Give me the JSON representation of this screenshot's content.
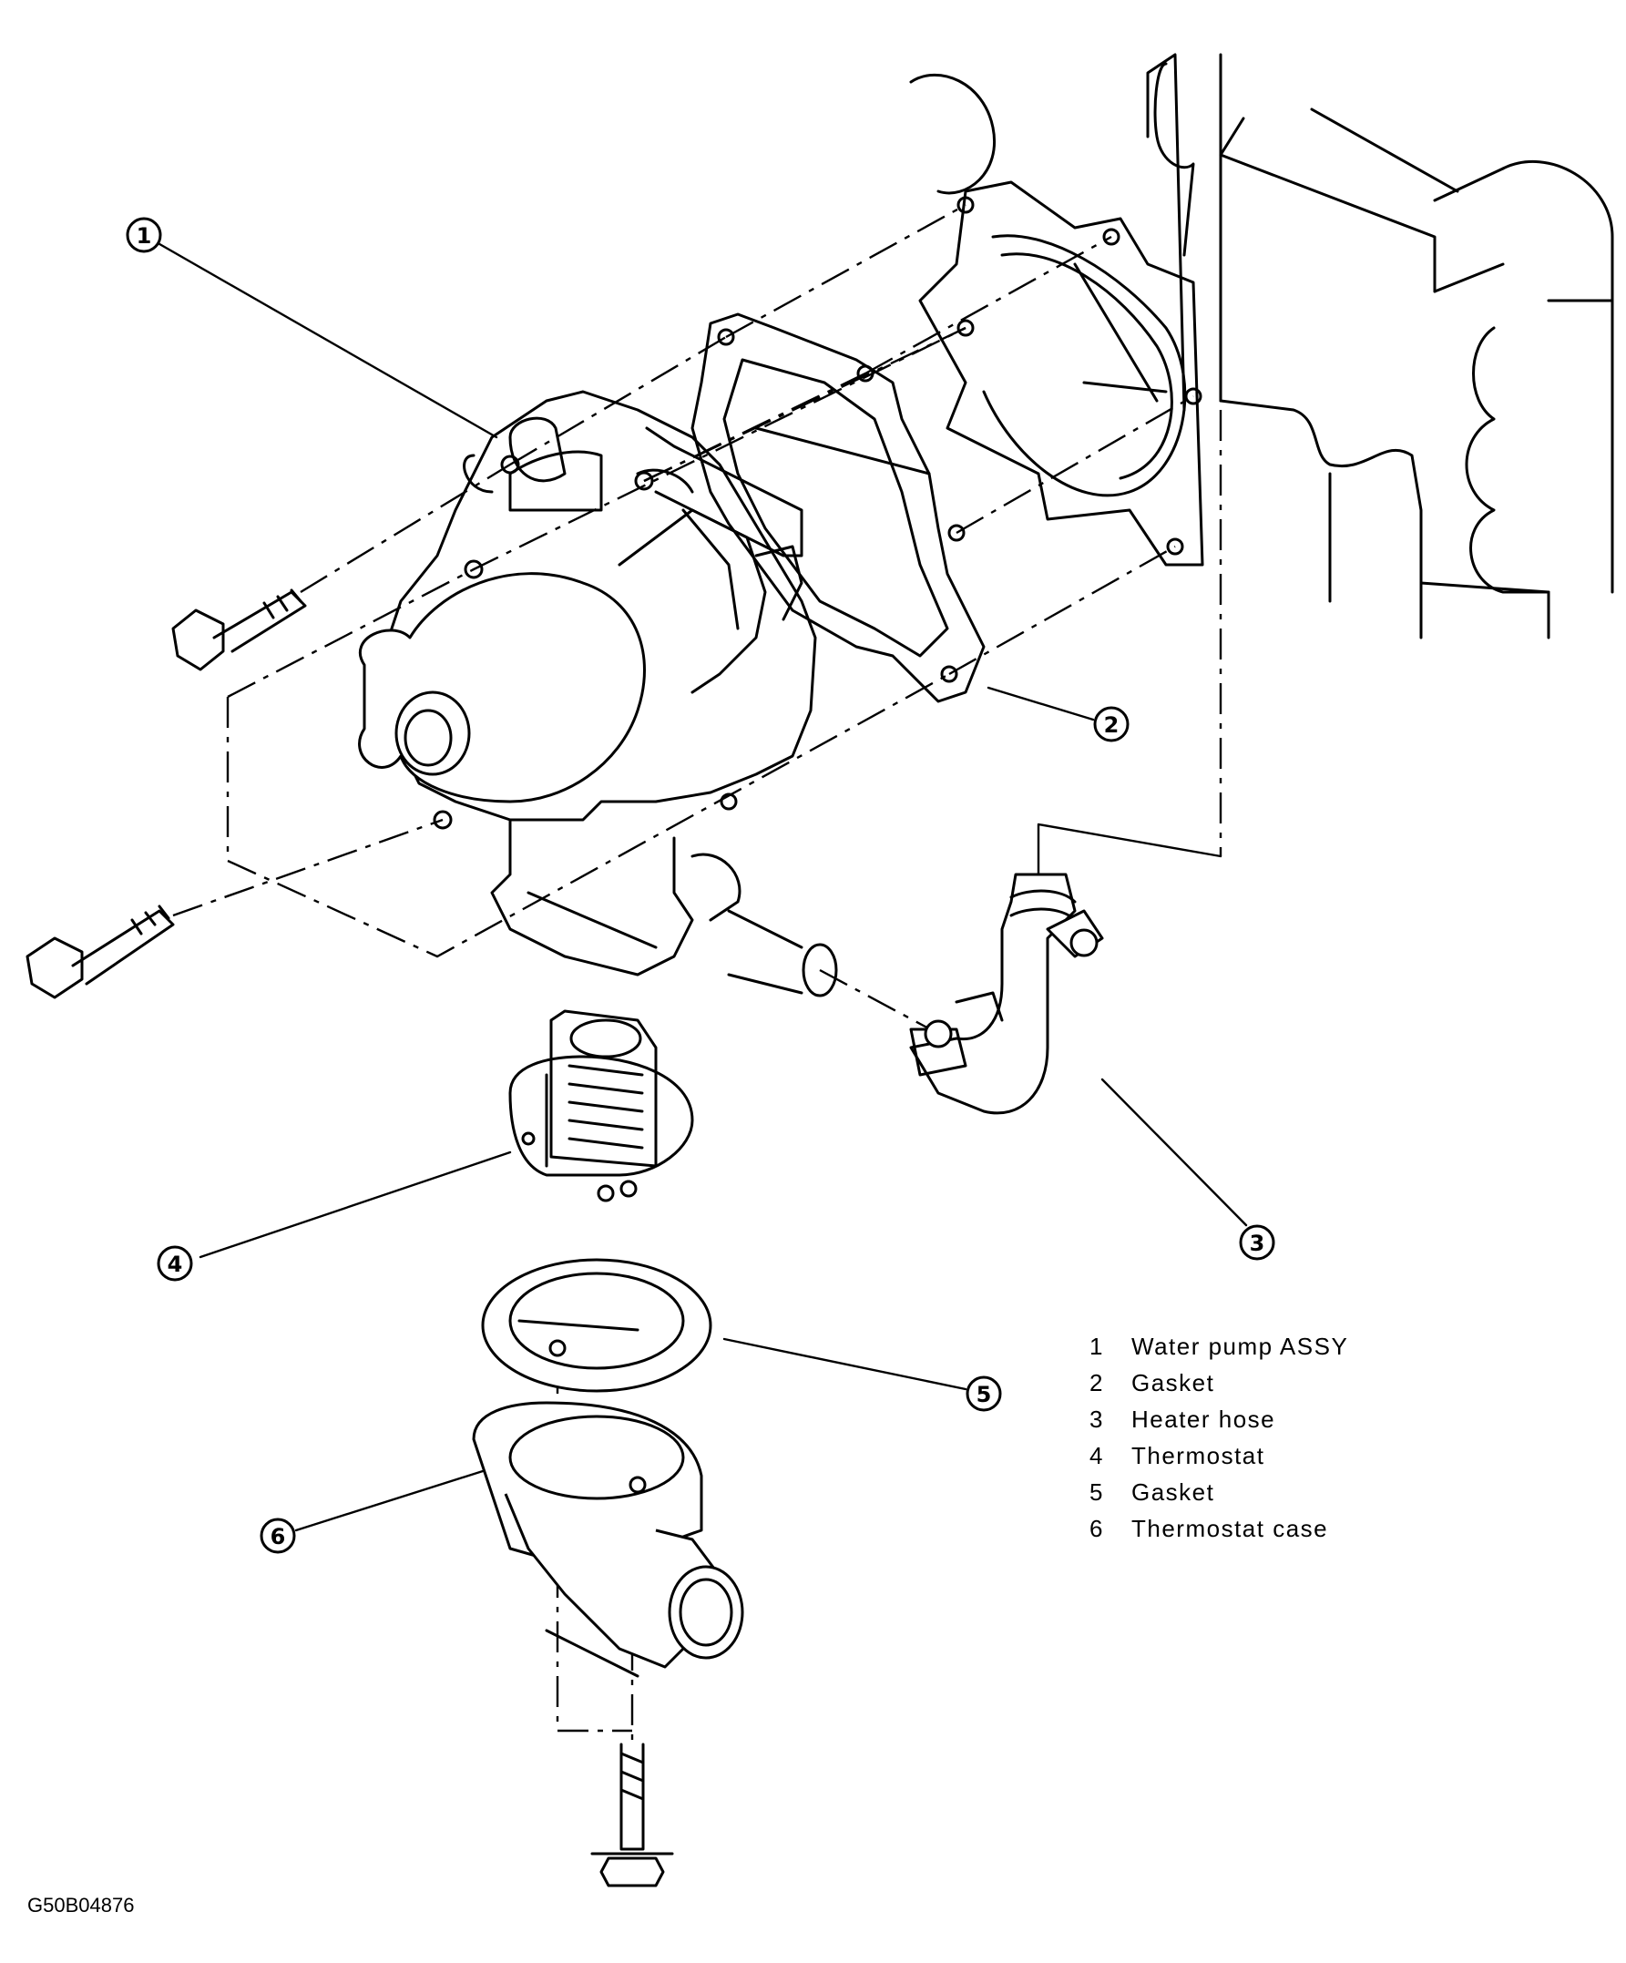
{
  "callouts": [
    {
      "num": "1"
    },
    {
      "num": "2"
    },
    {
      "num": "3"
    },
    {
      "num": "4"
    },
    {
      "num": "5"
    },
    {
      "num": "6"
    }
  ],
  "legend": [
    {
      "num": "1",
      "label": "Water pump ASSY"
    },
    {
      "num": "2",
      "label": "Gasket"
    },
    {
      "num": "3",
      "label": "Heater hose"
    },
    {
      "num": "4",
      "label": "Thermostat"
    },
    {
      "num": "5",
      "label": "Gasket"
    },
    {
      "num": "6",
      "label": "Thermostat case"
    }
  ],
  "figure_id": "G50B04876"
}
